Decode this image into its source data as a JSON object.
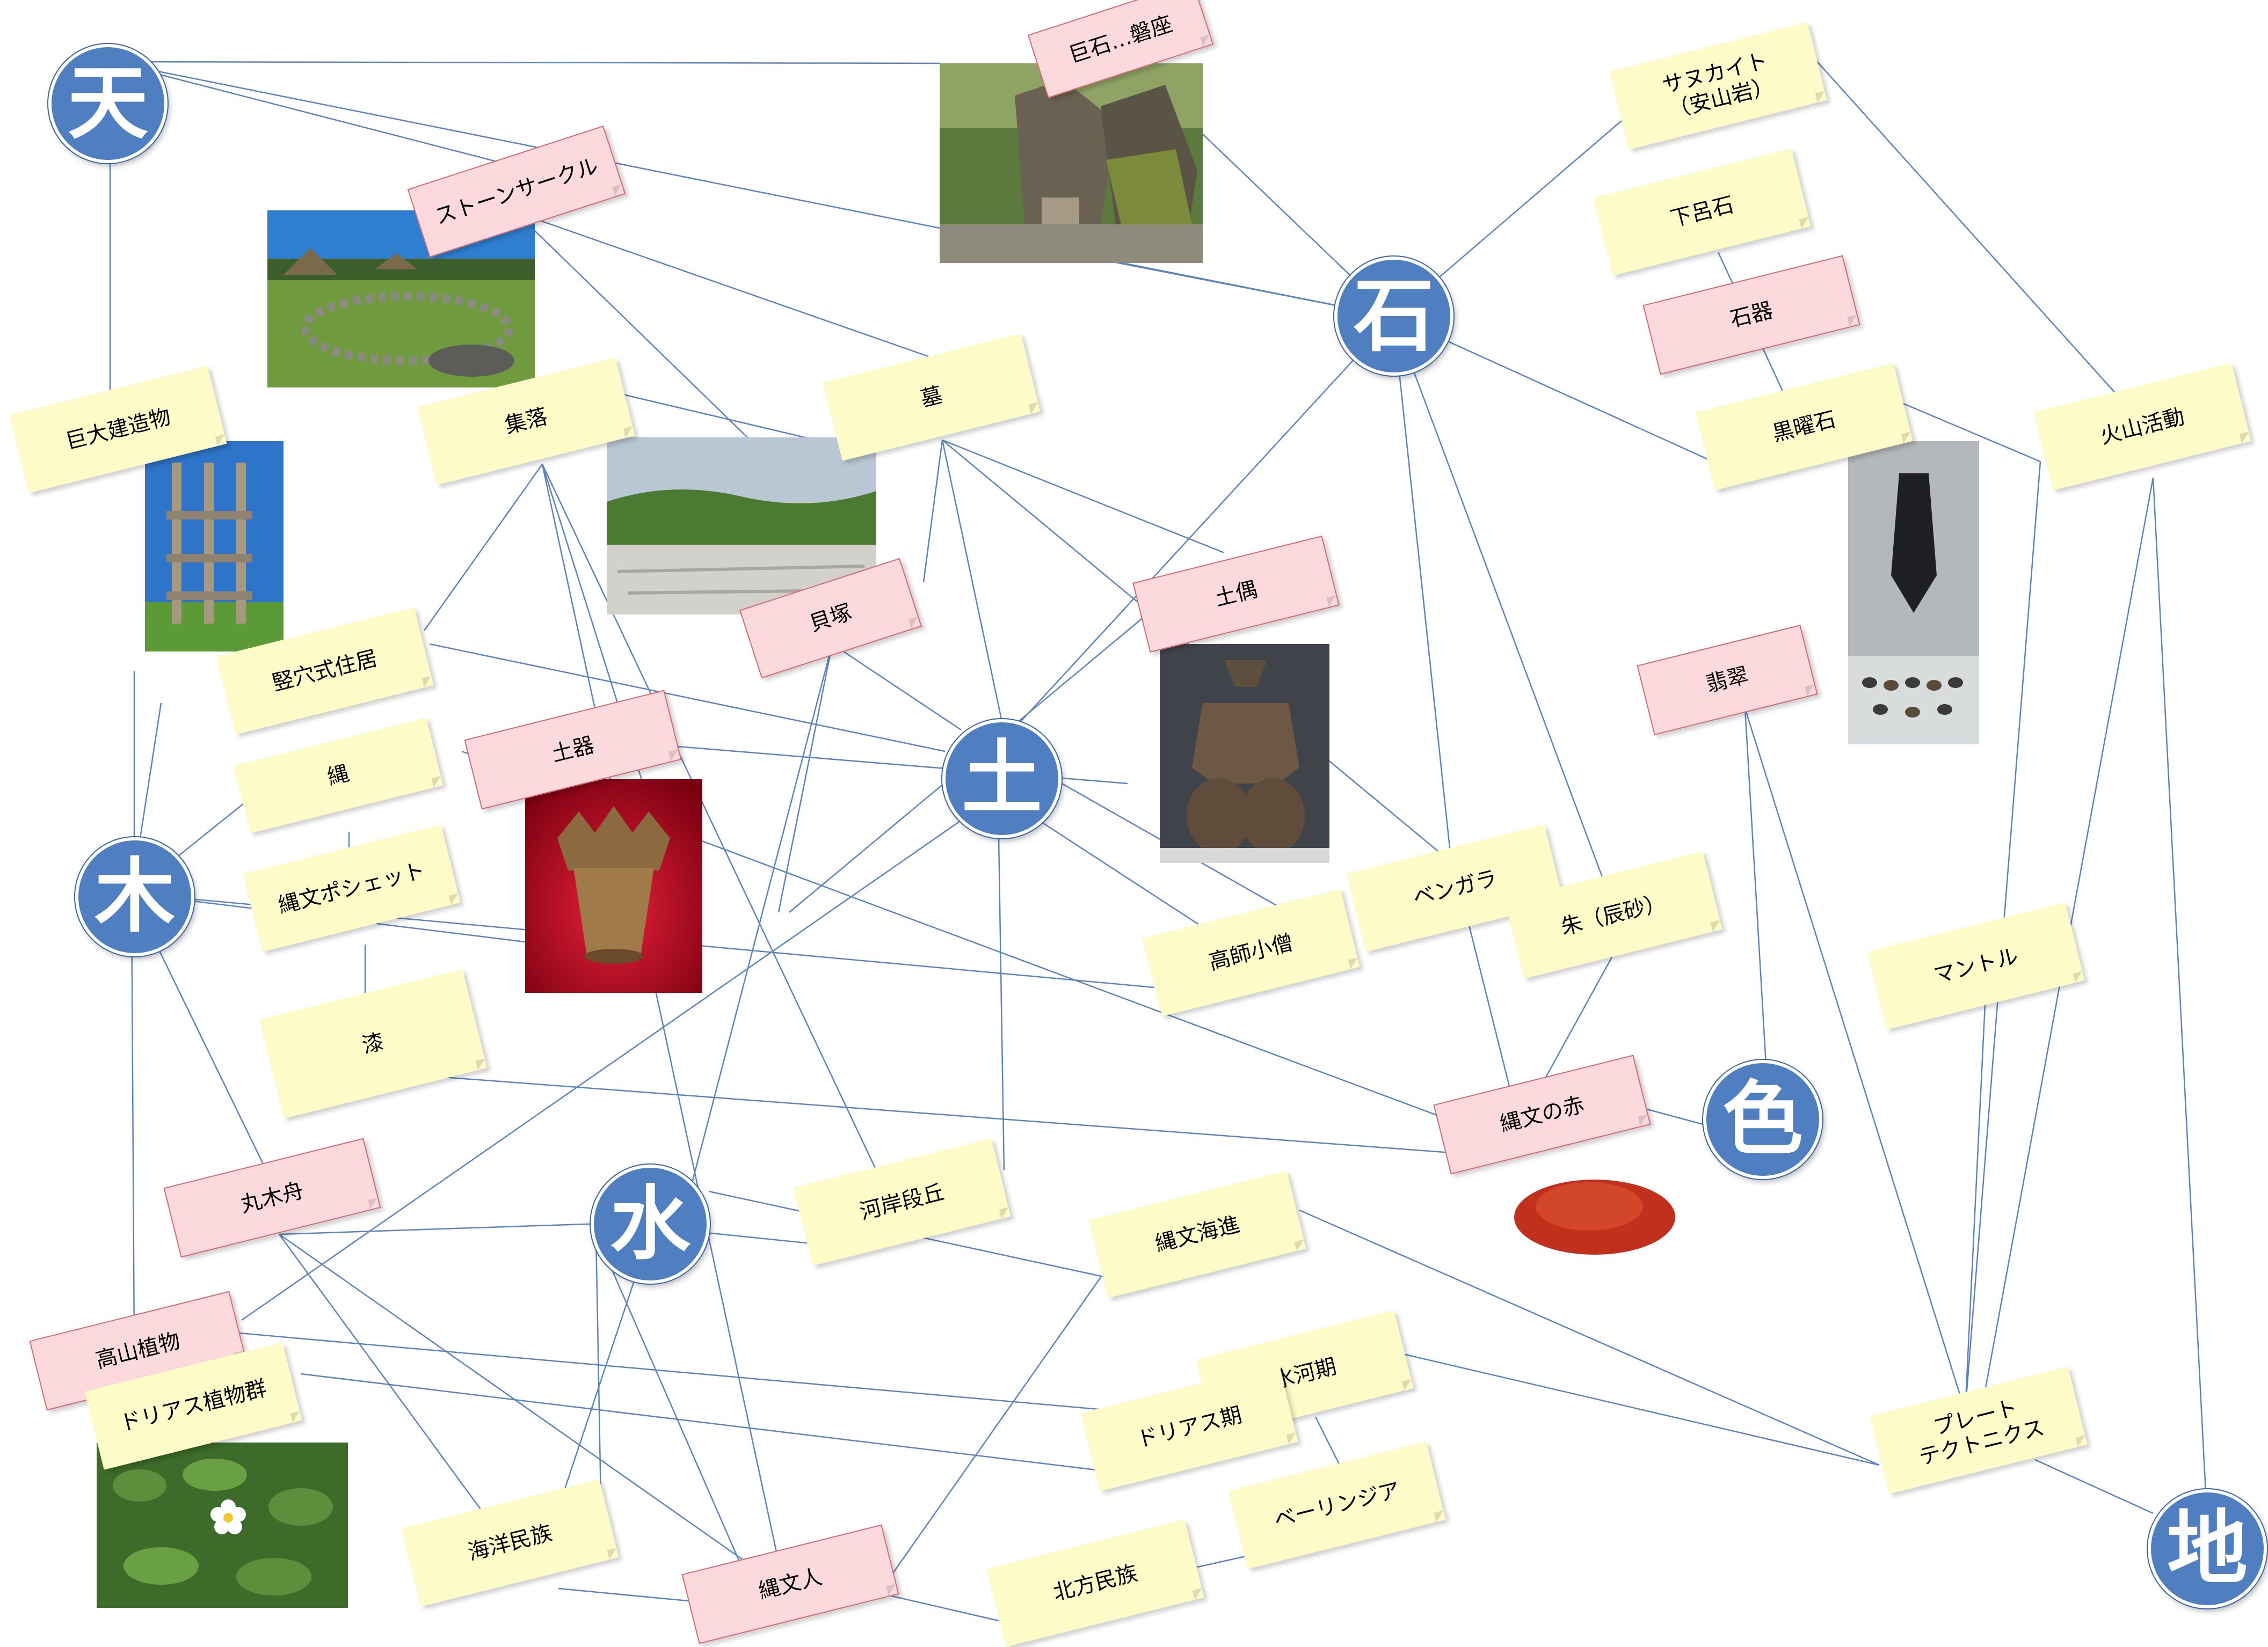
{
  "hubs": {
    "ten": "天",
    "ishi": "石",
    "tsuchi": "土",
    "ki": "木",
    "mizu": "水",
    "iro": "色",
    "chi": "地"
  },
  "notes": {
    "kyoseki": "巨石…磐座",
    "sanukaito": "サヌカイト\n（安山岩）",
    "gero": "下呂石",
    "sekki": "石器",
    "kokuyoseki": "黒曜石",
    "kazan": "火山活動",
    "stonecircle": "ストーンサークル",
    "kyodai": "巨大建造物",
    "shuraku": "集落",
    "haka": "墓",
    "kaizuka": "貝塚",
    "dogu": "土偶",
    "hisui": "翡翠",
    "tateana": "竪穴式住居",
    "nawa": "縄",
    "doki": "土器",
    "pochette": "縄文ポシェット",
    "bengara": "ベンガラ",
    "shu": "朱（辰砂）",
    "takashi": "高師小僧",
    "mantle": "マントル",
    "urushi": "漆",
    "jomonaka": "縄文の赤",
    "marukibune": "丸木舟",
    "kagan": "河岸段丘",
    "kaishin": "縄文海進",
    "kozan": "高山植物",
    "dryas_plants": "ドリアス植物群",
    "hyoga": "氷河期",
    "dryas": "ドリアス期",
    "plate": "プレート\nテクトニクス",
    "beringia": "ベーリンジア",
    "kaiyo": "海洋民族",
    "jomonjin": "縄文人",
    "hoppo": "北方民族"
  },
  "colors": {
    "hub": "#4f7ec1",
    "edge": "#5b83bd",
    "note_yellow": "#fdfbc8",
    "note_pink": "#fcd9dc",
    "note_pink_border": "#d46a74"
  },
  "photos": [
    "iwakura-rocks-photo",
    "stone-circle-photo",
    "tower-structure-photo",
    "shell-mound-photo",
    "dogu-figurine-photo",
    "obsidian-tools-photo",
    "flame-pottery-photo",
    "red-pigment-photo",
    "alpine-flower-photo"
  ]
}
